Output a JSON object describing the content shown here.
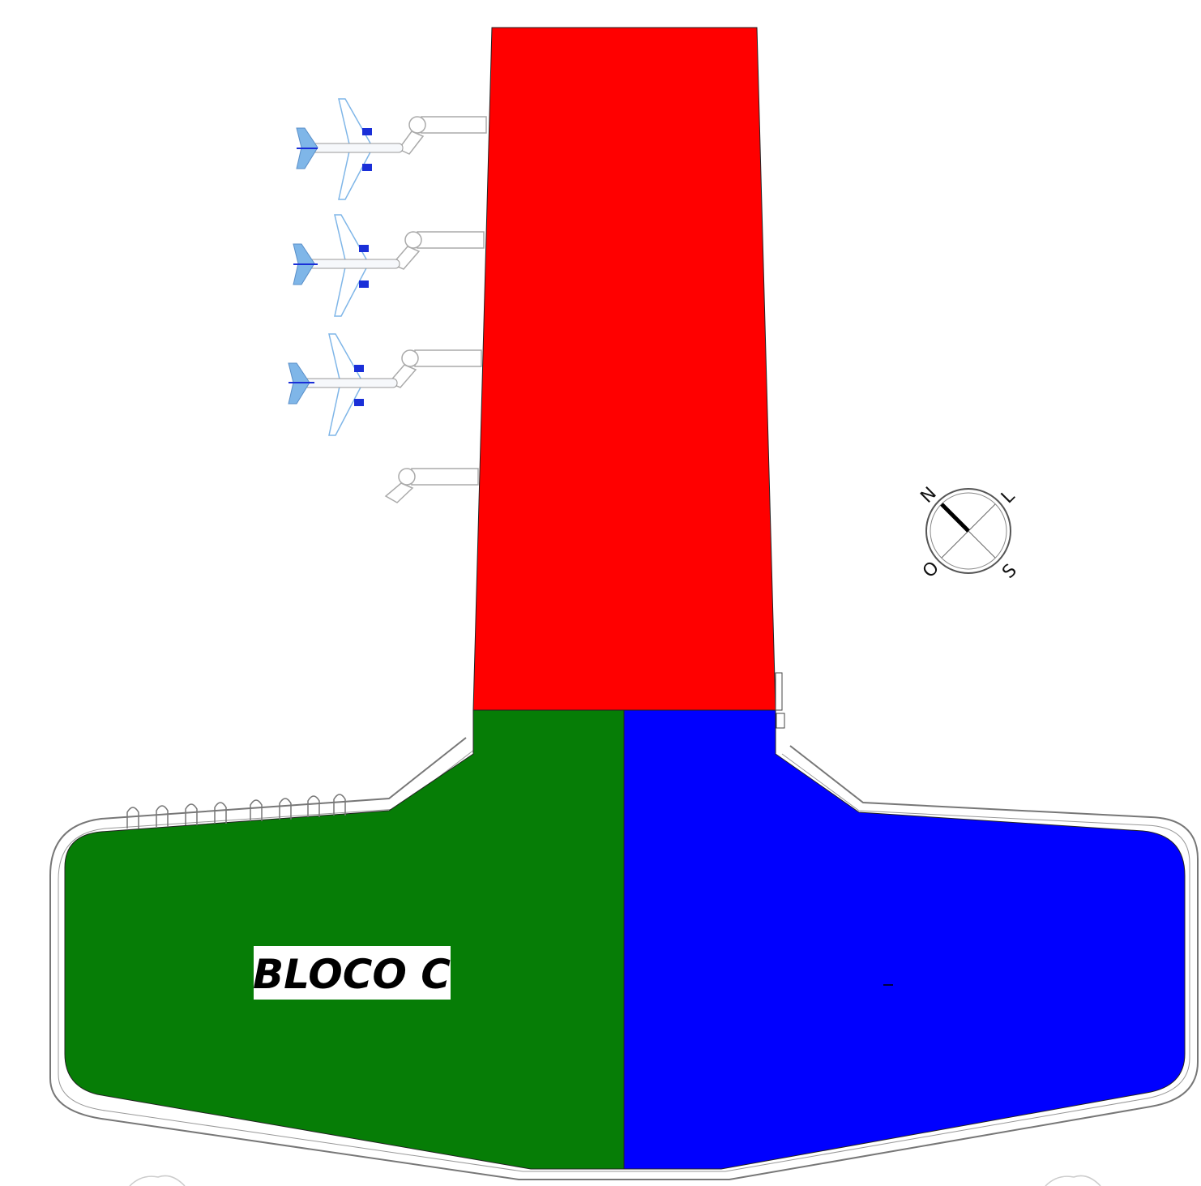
{
  "plan": {
    "block_label": "BLOCO C"
  },
  "compass": {
    "north": "N",
    "east": "L",
    "south": "S",
    "west": "O"
  },
  "colors": {
    "red_zone": "#ff0000",
    "green_zone": "#067d06",
    "blue_zone": "#0000ff",
    "outline": "#555555",
    "aircraft_engine": "#1a2fd8",
    "aircraft_tail": "#7fb6e8"
  },
  "aircraft": {
    "count": 3,
    "icon": "airplane-icon"
  },
  "jet_bridges": {
    "count": 4,
    "icon": "jet-bridge-icon"
  }
}
